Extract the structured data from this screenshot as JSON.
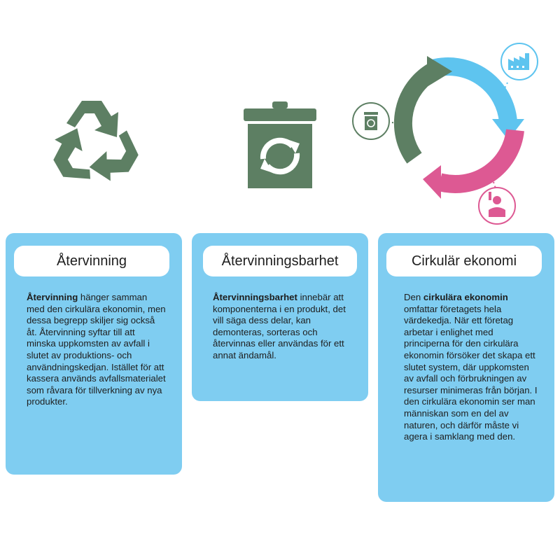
{
  "colors": {
    "green": "#5d7f63",
    "card_bg": "#7fcdf1",
    "blue_arrow": "#5ec4ef",
    "pink_arrow": "#dd5993",
    "white": "#ffffff"
  },
  "icons": {
    "recycle": "recycle-icon",
    "bin": "recycle-bin-icon",
    "cycle": "circular-economy-cycle-icon",
    "factory": "factory-icon",
    "consumer": "consumer-person-icon",
    "small_bin": "small-recycle-bin-icon"
  },
  "cards": [
    {
      "title": "Återvinning",
      "bold": "Återvinning",
      "text": " hänger samman med den cirkulära ekonomin, men dessa begrepp skiljer sig också åt. Återvinning syftar till att minska uppkomsten av avfall i slutet av produktions- och användningskedjan. Istället för att kassera används avfallsmaterialet som råvara för tillverkning av nya produkter."
    },
    {
      "title": "Återvinningsbarhet",
      "bold": "Återvinningsbarhet",
      "text": " innebär att komponenterna i en produkt, det vill säga dess delar, kan demonteras, sorteras och återvinnas eller användas för ett annat ändamål."
    },
    {
      "title": "Cirkulär ekonomi",
      "prefix": "Den ",
      "bold": "cirkulära ekonomin",
      "text": " omfattar företagets hela värdekedja. När ett företag arbetar i enlighet med principerna för den cirkulära ekonomin försöker det skapa ett slutet system, där uppkomsten av avfall och förbrukningen av resurser minimeras från början. I den cirkulära ekonomin ser man människan som en del av naturen, och därför måste vi agera i samklang med den."
    }
  ]
}
